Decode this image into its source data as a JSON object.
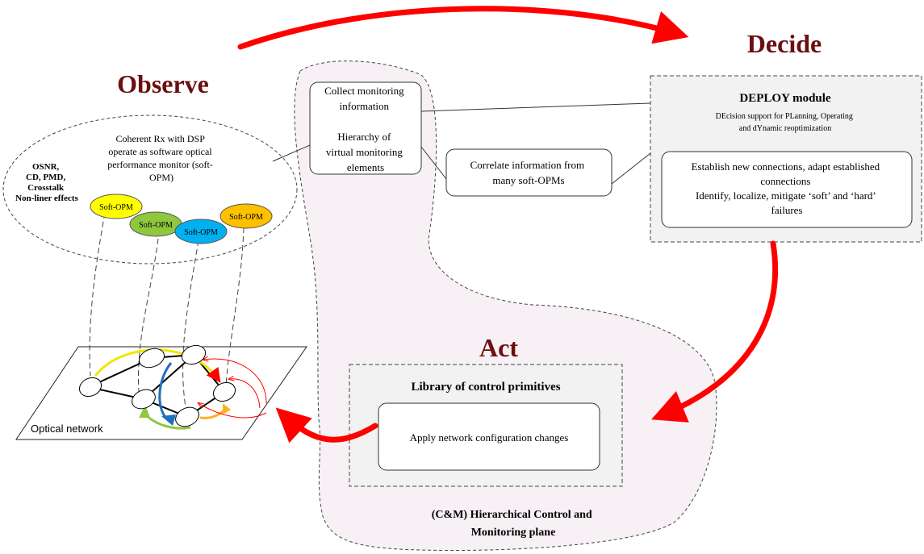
{
  "phases": {
    "observe": "Observe",
    "decide": "Decide",
    "act": "Act"
  },
  "observe": {
    "rx_lines": [
      "Coherent Rx with DSP",
      "operate as software optical",
      "performance monitor (soft-",
      "OPM)"
    ],
    "impairments": [
      "OSNR,",
      "CD, PMD,",
      "Crosstalk",
      "Non-liner effects"
    ],
    "opms": [
      {
        "label": "Soft-OPM",
        "color": "#ffff00"
      },
      {
        "label": "Soft-OPM",
        "color": "#8fc73e"
      },
      {
        "label": "Soft-OPM",
        "color": "#00b0f0"
      },
      {
        "label": "Soft-OPM",
        "color": "#ffc000"
      }
    ],
    "network_label": "Optical network"
  },
  "cm": {
    "collect_lines": [
      "Collect monitoring",
      "information",
      "",
      "Hierarchy of",
      "virtual monitoring",
      "elements"
    ],
    "correlate_lines": [
      "Correlate information from",
      "many soft-OPMs"
    ],
    "plane_lines": [
      "(C&M) Hierarchical Control and",
      "Monitoring plane"
    ]
  },
  "deploy": {
    "title": "DEPLOY module",
    "subtitle_lines": [
      "DEcision support for PLanning, Operating",
      "and dYnamic reoptimization"
    ],
    "actions_lines": [
      "Establish new connections, adapt established",
      "connections",
      "Identify, localize, mitigate ‘soft’ and ‘hard’",
      "failures"
    ]
  },
  "act": {
    "library_title": "Library of control primitives",
    "apply": "Apply network configuration changes"
  },
  "colors": {
    "phase_title": "#6b0f0f",
    "cycle_arrow": "#ff0000",
    "region_fill": "#f7f0f5",
    "deploy_fill": "#f2f2f2"
  }
}
